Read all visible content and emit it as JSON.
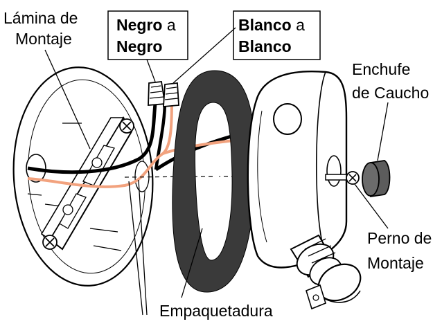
{
  "labels": {
    "mounting_plate": [
      "Lámina de",
      "Montaje"
    ],
    "black_to_black": {
      "bold_1": "Negro",
      "regular": " a",
      "bold_2": "Negro"
    },
    "white_to_white": {
      "bold_1": "Blanco",
      "regular": " a",
      "bold_2": "Blanco"
    },
    "rubber_plug": [
      "Enchufe",
      "de Caucho"
    ],
    "mounting_bolt": [
      "Perno de",
      "Montaje"
    ],
    "gasket": "Empaquetadura"
  },
  "colors": {
    "outline": "#000000",
    "white_wire": "#f2a27e",
    "gasket": "#3a3a3a",
    "plug": "#5c5c5c",
    "background": "#ffffff"
  }
}
